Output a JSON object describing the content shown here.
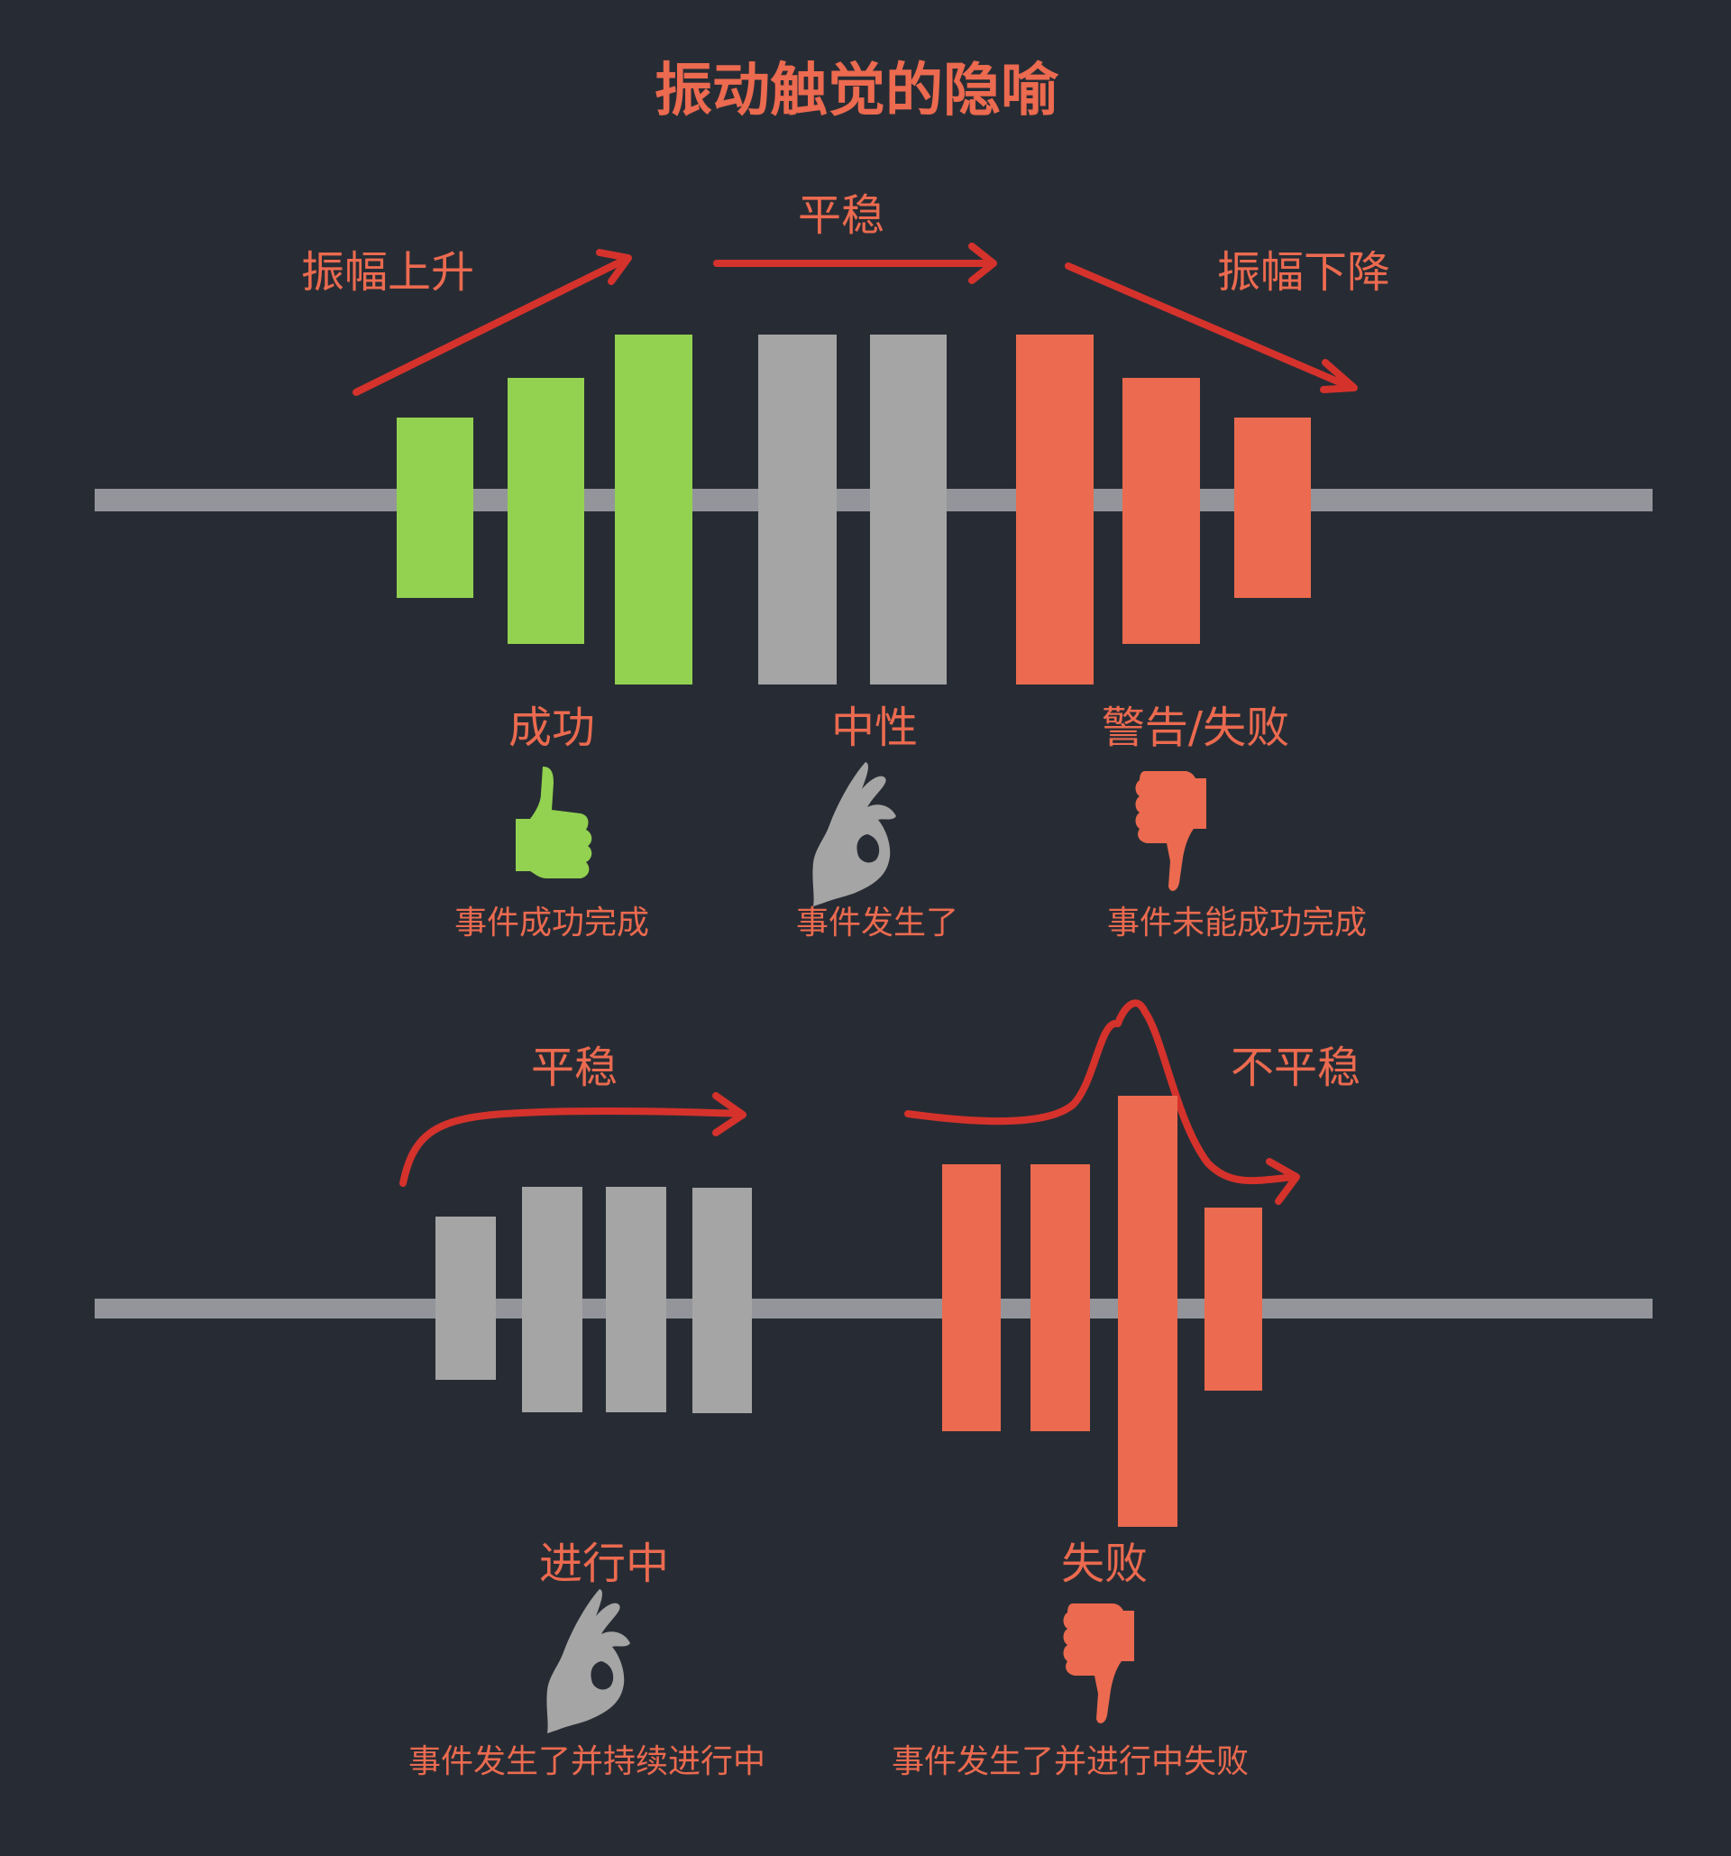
{
  "title": "振动触觉的隐喻",
  "colors": {
    "background": "#272c34",
    "text": "#ec6a4f",
    "arrow": "#d6322c",
    "success": "#93d250",
    "neutral": "#a5a5a5",
    "failure": "#ec6a4f",
    "baseline": "#94959a"
  },
  "top_section": {
    "arrows": [
      {
        "label": "振幅上升",
        "direction": "rising"
      },
      {
        "label": "平稳",
        "direction": "flat"
      },
      {
        "label": "振幅下降",
        "direction": "falling"
      }
    ],
    "bar_groups": [
      {
        "name": "success",
        "color": "success",
        "bars": [
          0.5,
          0.75,
          1.0
        ]
      },
      {
        "name": "neutral",
        "color": "neutral",
        "bars": [
          1.0,
          1.0
        ]
      },
      {
        "name": "failure",
        "color": "failure",
        "bars": [
          1.0,
          0.75,
          0.5
        ]
      }
    ],
    "categories": [
      {
        "label": "成功",
        "icon": "thumbs-up-icon",
        "caption": "事件成功完成"
      },
      {
        "label": "中性",
        "icon": "ok-hand-icon",
        "caption": "事件发生了"
      },
      {
        "label": "警告/失败",
        "icon": "thumbs-down-icon",
        "caption": "事件未能成功完成"
      }
    ]
  },
  "bottom_section": {
    "arrows": [
      {
        "label": "平稳",
        "direction": "flat"
      },
      {
        "label": "不平稳",
        "direction": "spike"
      }
    ],
    "bar_groups": [
      {
        "name": "in-progress",
        "color": "neutral",
        "bars": [
          0.55,
          0.75,
          0.75,
          0.75
        ]
      },
      {
        "name": "failure",
        "color": "failure",
        "bars": [
          0.9,
          0.9,
          1.45,
          0.62
        ]
      }
    ],
    "categories": [
      {
        "label": "进行中",
        "icon": "ok-hand-icon",
        "caption": "事件发生了并持续进行中"
      },
      {
        "label": "失败",
        "icon": "thumbs-down-icon",
        "caption": "事件发生了并进行中失败"
      }
    ]
  }
}
